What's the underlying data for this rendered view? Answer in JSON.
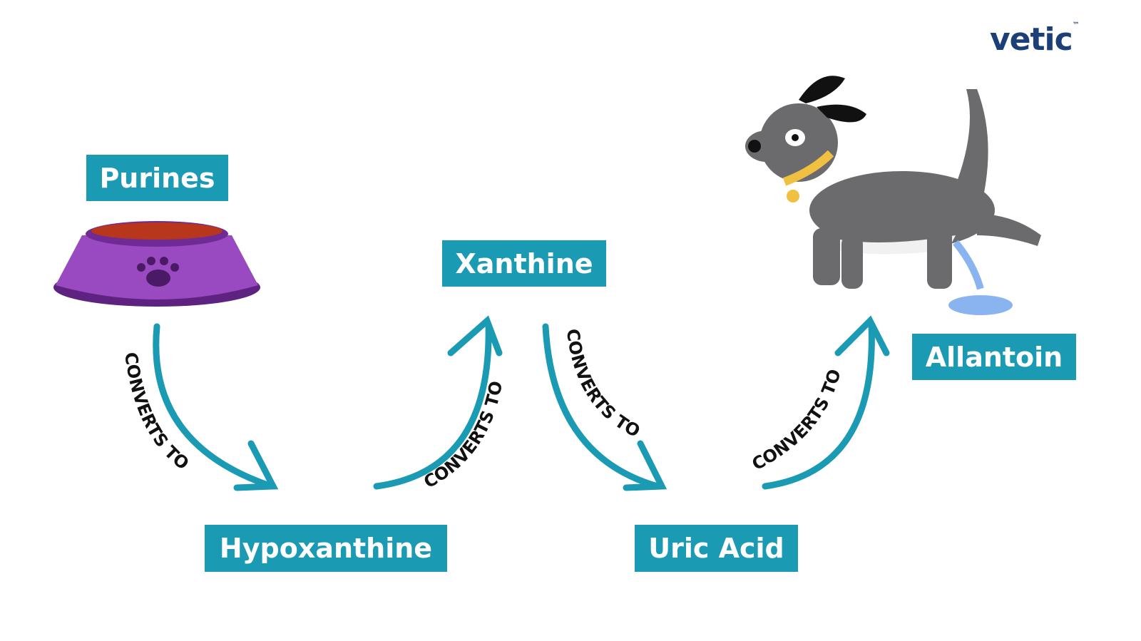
{
  "brand": {
    "logo": "vetic",
    "tm": "™"
  },
  "steps": [
    "Purines",
    "Hypoxanthine",
    "Xanthine",
    "Uric Acid",
    "Allantoin"
  ],
  "arrow_label": "CONVERTS TO",
  "colors": {
    "box": "#1b9ab4",
    "arrow": "#1b9ab4",
    "logo": "#1d3f78",
    "bowl": "#8e3fb0",
    "dog": "#6b6b6d"
  }
}
